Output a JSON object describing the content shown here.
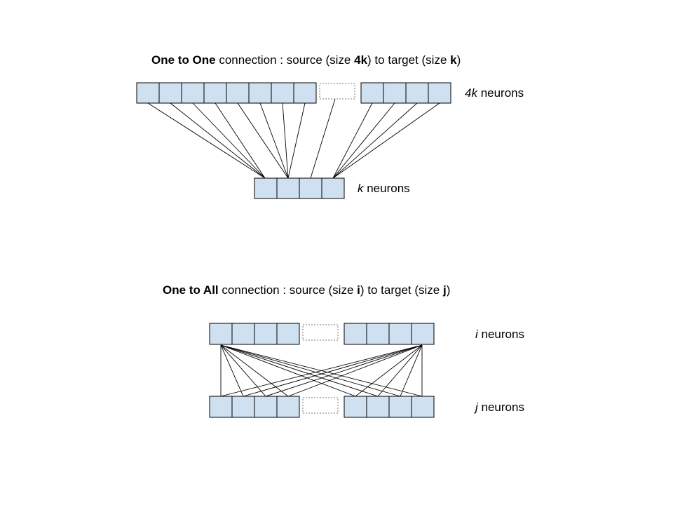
{
  "colors": {
    "neuron_fill": "#cfe0f1",
    "neuron_stroke": "#000000",
    "gap_stroke": "#777777",
    "line": "#000000",
    "background": "#ffffff"
  },
  "one_to_one": {
    "title_bold1": "One to One",
    "title_text1": " connection : source (size ",
    "title_bold2": "4k",
    "title_text2": ") to target (size ",
    "title_bold3": "k",
    "title_text3": ")",
    "source_label_var": "4k",
    "source_label_text": " neurons",
    "target_label_var": "k",
    "target_label_text": " neurons"
  },
  "one_to_all": {
    "title_bold1": "One to All",
    "title_text1": " connection : source (size ",
    "title_bold2": "i",
    "title_text2": ") to target (size ",
    "title_bold3": "j",
    "title_text3": ")",
    "source_label_var": "i",
    "source_label_text": " neurons",
    "target_label_var": "j",
    "target_label_text": " neurons"
  }
}
